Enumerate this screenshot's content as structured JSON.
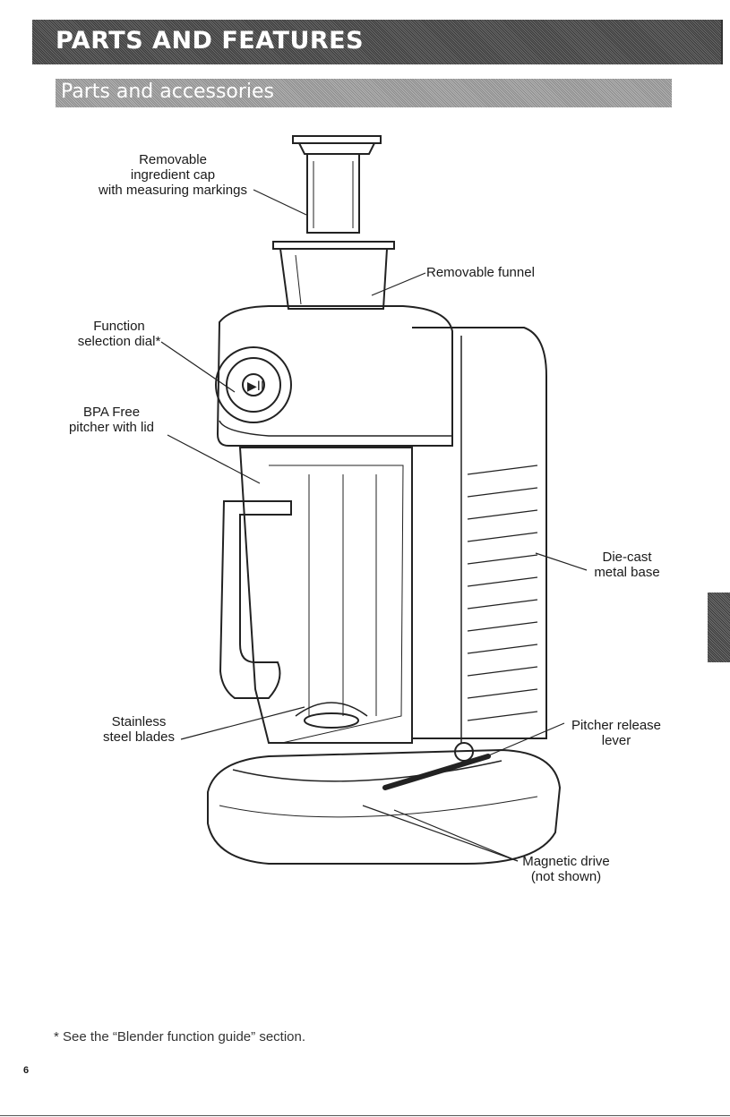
{
  "header": {
    "title": "PARTS AND FEATURES"
  },
  "section": {
    "title": "Parts and accessories"
  },
  "labels": {
    "ingredient_cap": [
      "Removable",
      "ingredient cap",
      "with measuring markings"
    ],
    "funnel": [
      "Removable funnel"
    ],
    "dial": [
      "Function",
      "selection dial*"
    ],
    "pitcher": [
      "BPA Free",
      "pitcher with lid"
    ],
    "base": [
      "Die-cast",
      "metal base"
    ],
    "blades": [
      "Stainless",
      "steel blades"
    ],
    "release_lever": [
      "Pitcher release",
      "lever"
    ],
    "magnetic_drive": [
      "Magnetic drive",
      "(not shown)"
    ]
  },
  "footnote": "* See the “Blender function guide” section.",
  "page_number": "6"
}
